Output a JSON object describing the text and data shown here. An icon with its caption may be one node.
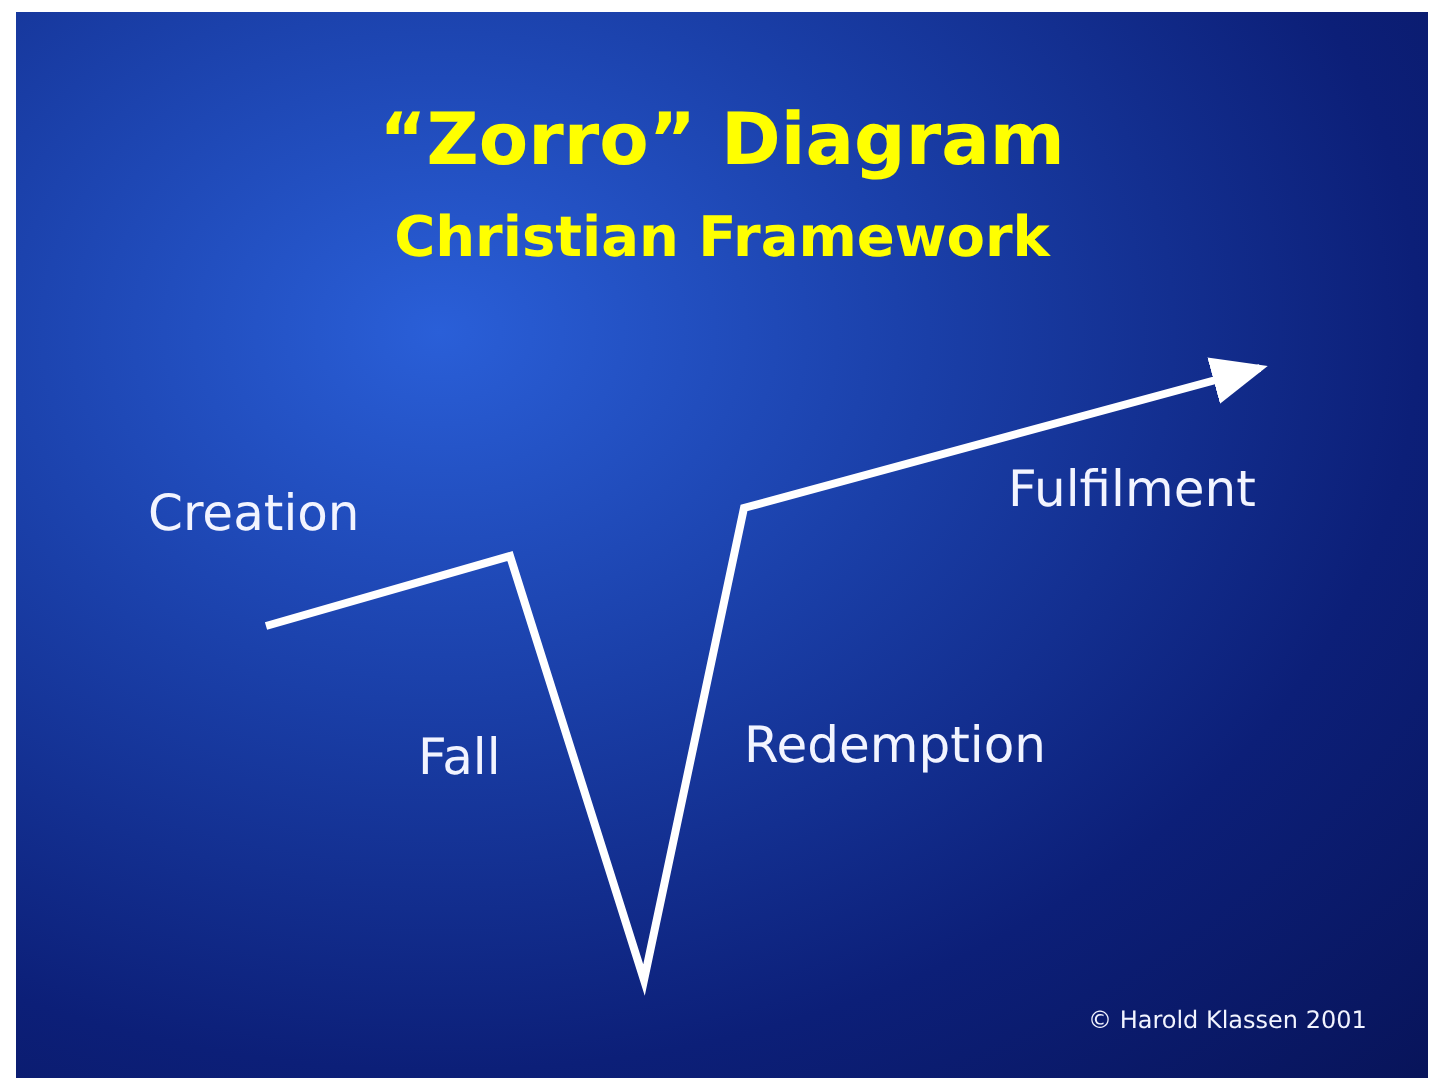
{
  "diagram": {
    "title": "“Zorro” Diagram",
    "labels": [
      "Christian Framework",
      "Creation",
      "Fulfilment",
      "Fall",
      "Redemption",
      "© Harold Klassen 2001"
    ]
  }
}
